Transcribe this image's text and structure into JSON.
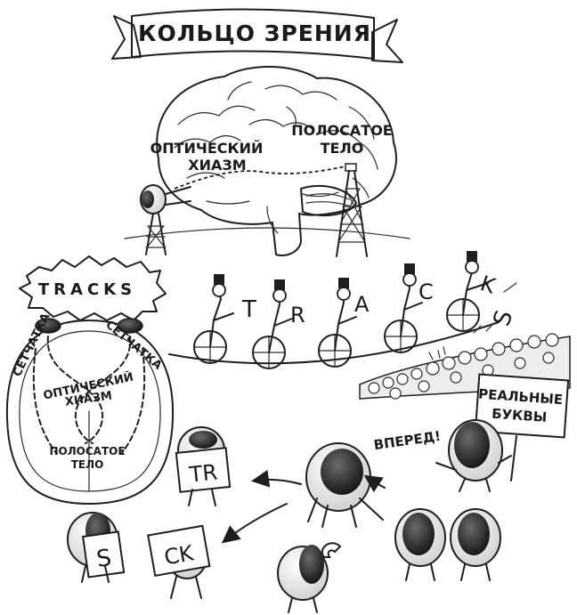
{
  "banner": {
    "title": "КОЛЬЦО ЗРЕНИЯ"
  },
  "brain": {
    "optic_chiasm_line1": "ОПТИЧЕСКИЙ",
    "optic_chiasm_line2": "ХИАЗМ",
    "striate_line1": "ПОЛОСАТОЕ",
    "striate_line2": "ТЕЛО"
  },
  "cloud": {
    "word": "TRACKS"
  },
  "section": {
    "retina_left": "СЕТЧАТКА",
    "retina_right": "СЕТЧАТКА",
    "chiasm_line1": "ОПТИЧЕСКИЙ",
    "chiasm_line2": "ХИАЗМ",
    "striate_line1": "ПОЛОСАТОЕ",
    "striate_line2": "ТЕЛО"
  },
  "cyclists": {
    "letters": [
      "T",
      "R",
      "A",
      "C",
      "K",
      "S"
    ]
  },
  "sign": {
    "line1": "РЕАЛЬНЫЕ",
    "line2": "БУКВЫ"
  },
  "shout": {
    "text": "ВПЕРЕД!"
  },
  "cards": {
    "tr": "TR",
    "s": "S",
    "ck": "CK"
  },
  "colors": {
    "ink": "#1e1e1e",
    "eye_dark": "#2b2b2b",
    "paper": "#ffffff"
  }
}
